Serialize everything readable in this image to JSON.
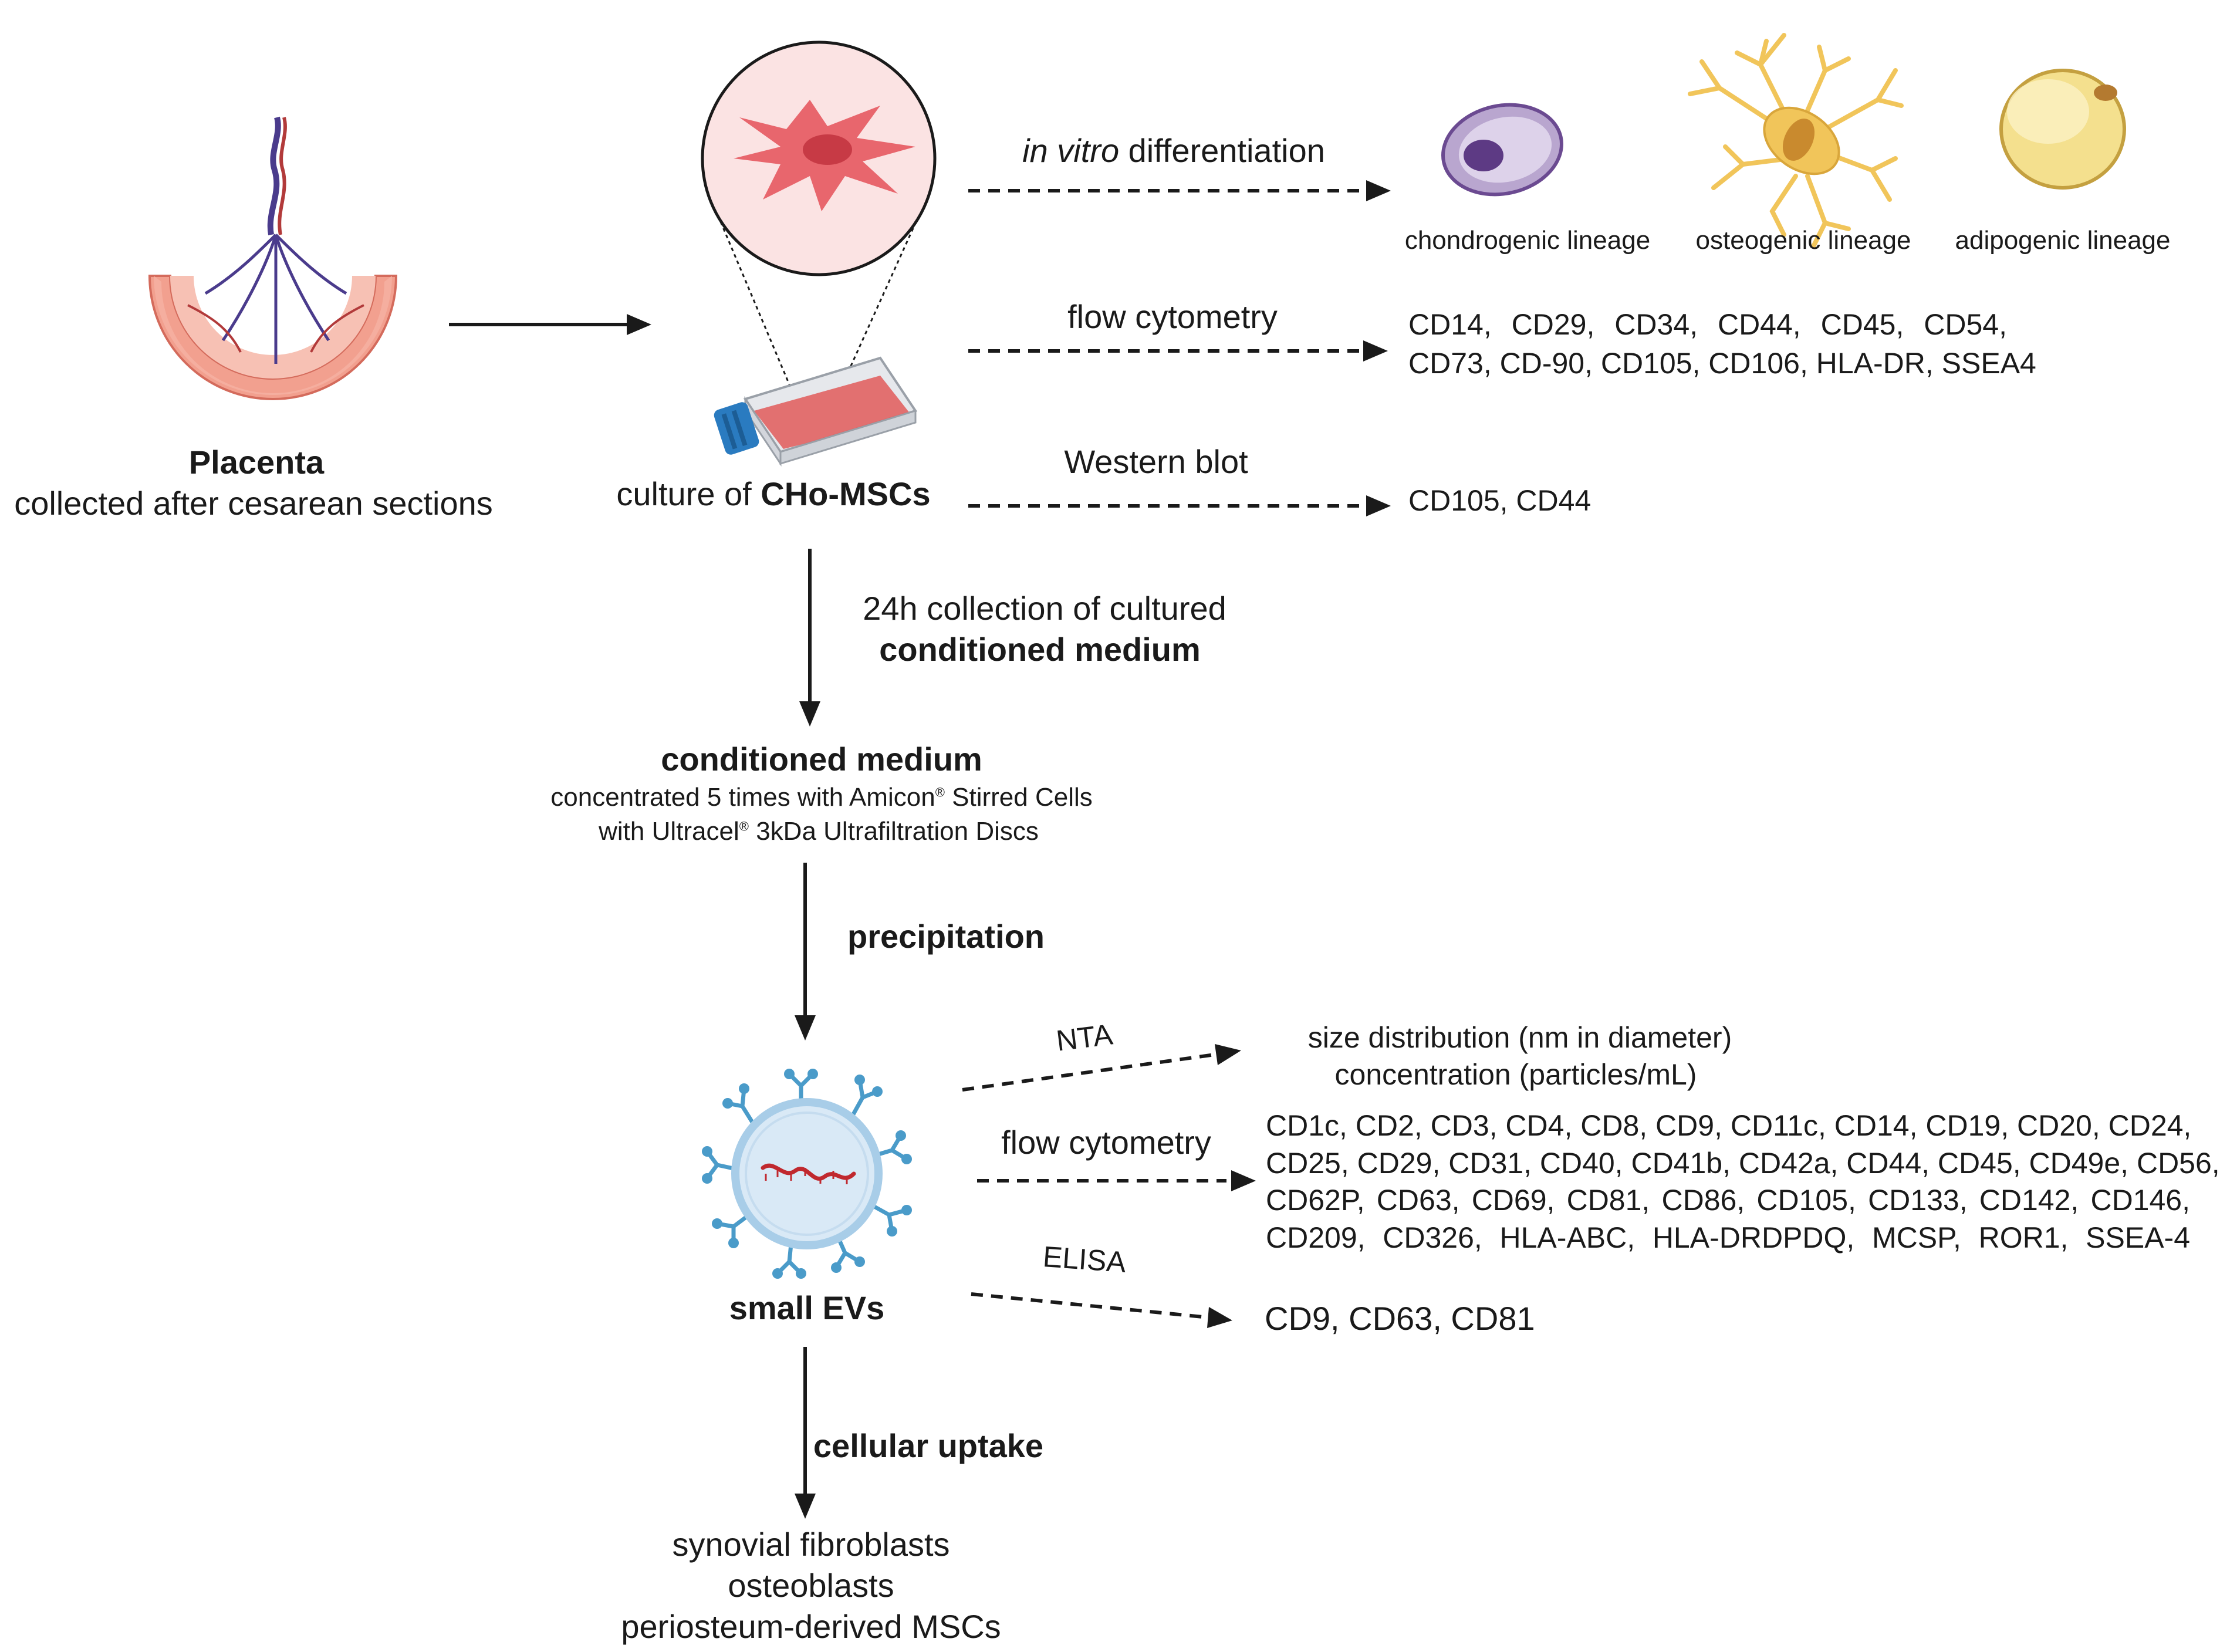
{
  "placenta": {
    "title": "Placenta",
    "subtitle": "collected after cesarean sections"
  },
  "culture": {
    "prefix": "culture of ",
    "name": "CHo-MSCs"
  },
  "branches": {
    "in_vitro": {
      "italic": "in vitro",
      "rest": " differentiation",
      "lineages": [
        "chondrogenic lineage",
        "osteogenic lineage",
        "adipogenic lineage"
      ]
    },
    "flow_cells": {
      "label": "flow cytometry",
      "markers": [
        "CD14,  CD29,  CD34,  CD44,  CD45,  CD54,",
        "CD73, CD-90, CD105, CD106, HLA-DR, SSEA4"
      ]
    },
    "western": {
      "label": "Western blot",
      "markers": "CD105, CD44"
    }
  },
  "collection": {
    "line1": "24h collection of cultured",
    "line2": "conditioned medium"
  },
  "medium": {
    "title": "conditioned medium",
    "line1_a": "concentrated 5 times with Amicon",
    "line1_sup": "®",
    "line1_b": " Stirred Cells",
    "line2_a": "with Ultracel",
    "line2_sup": "®",
    "line2_b": " 3kDa Ultrafiltration Discs"
  },
  "precipitation": "precipitation",
  "evs": {
    "title": "small EVs",
    "nta": {
      "label": "NTA",
      "line1": "size distribution (nm in diameter)",
      "line2": "concentration (particles/mL)"
    },
    "flow": {
      "label": "flow cytometry",
      "markers": [
        "CD1c, CD2, CD3, CD4, CD8, CD9, CD11c, CD14, CD19, CD20, CD24,",
        "CD25, CD29, CD31, CD40, CD41b, CD42a, CD44, CD45, CD49e, CD56,",
        "CD62P, CD63, CD69, CD81, CD86, CD105, CD133, CD142, CD146,",
        "CD209, CD326, HLA-ABC, HLA-DRDPDQ, MCSP, ROR1, SSEA-4"
      ]
    },
    "elisa": {
      "label": "ELISA",
      "markers": "CD9,  CD63,  CD81"
    }
  },
  "uptake": {
    "label": "cellular uptake",
    "targets": [
      "synovial fibroblasts",
      "osteoblasts",
      "periosteum-derived MSCs"
    ]
  },
  "colors": {
    "placenta_fill": "#f2a08f",
    "placenta_vessel": "#4a3b8c",
    "cell_fill": "#e8666d",
    "flask_liquid": "#e05b5b",
    "flask_cap": "#2a7bc0",
    "chondro_fill": "#b9a6cf",
    "chondro_nucleus": "#5d3a84",
    "osteo_fill": "#f1c55a",
    "adipo_fill": "#f4e08e",
    "ev_membrane": "#a8cde8",
    "ev_receptor": "#4a9bc9",
    "ev_rna": "#c0282e"
  },
  "icons": [
    "placenta-icon",
    "msc-cell-icon",
    "culture-flask-icon",
    "chondrocyte-icon",
    "osteocyte-icon",
    "adipocyte-icon",
    "extracellular-vesicle-icon"
  ]
}
